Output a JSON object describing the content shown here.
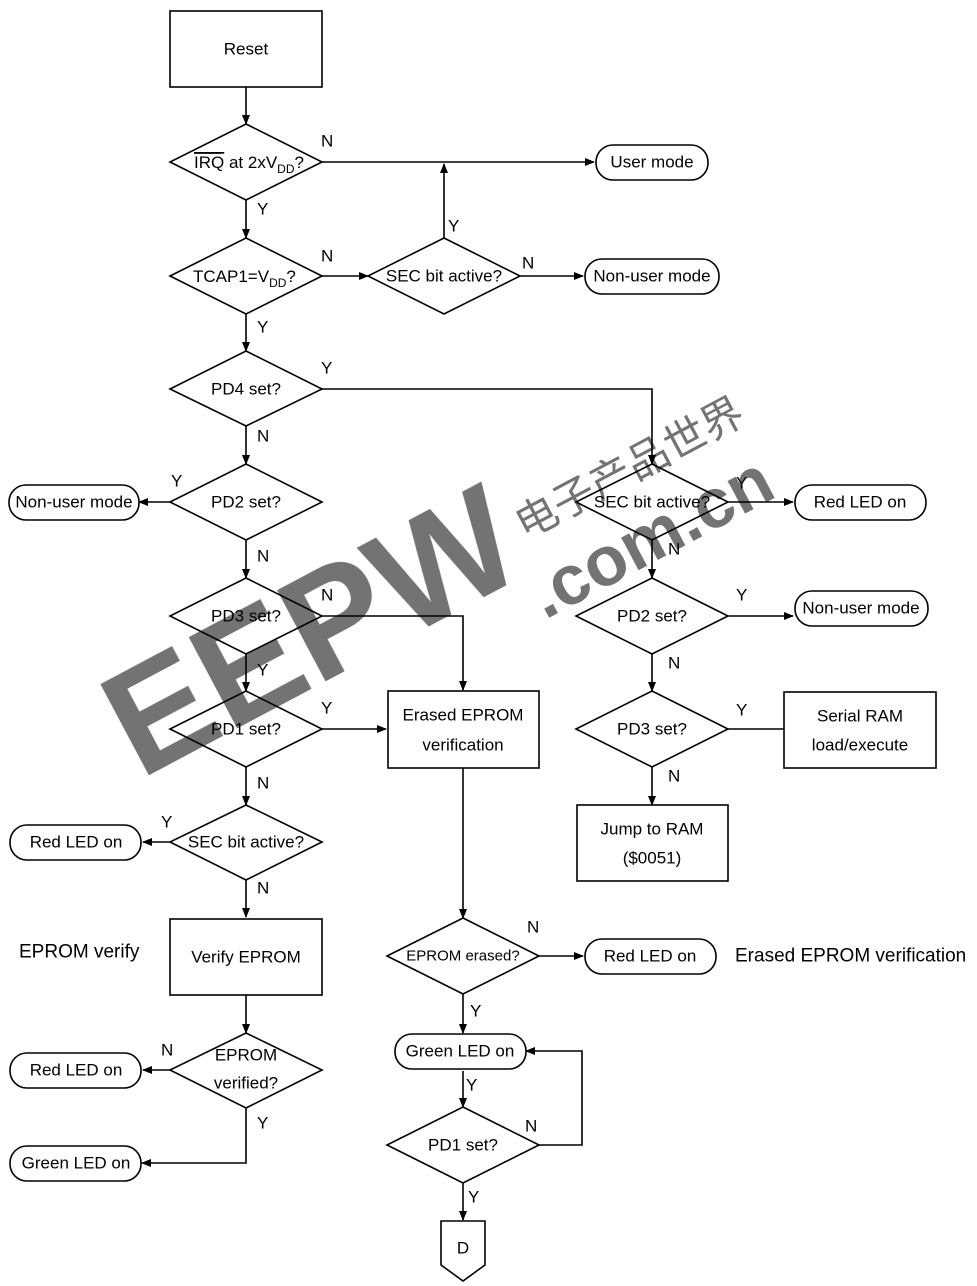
{
  "nodes": {
    "reset": "Reset",
    "irq_bar": "IRQ",
    "irq_rest": " at 2xV",
    "irq_sub": "DD",
    "irq_q": "?",
    "user_mode": "User mode",
    "tcap_main": "TCAP1=V",
    "tcap_sub": "DD",
    "tcap_q": "?",
    "sec_top": "SEC bit active?",
    "nonuser_top": "Non-user mode",
    "pd4": "PD4 set?",
    "pd2_left": "PD2 set?",
    "nonuser_left": "Non-user mode",
    "pd3_left": "PD3 set?",
    "pd1_left": "PD1 set?",
    "erased_box_1": "Erased EPROM",
    "erased_box_2": "verification",
    "sec_left": "SEC bit active?",
    "red_led_left": "Red LED on",
    "verify_eprom": "Verify EPROM",
    "eprom_verified_1": "EPROM",
    "eprom_verified_2": "verified?",
    "red_led_verified": "Red LED on",
    "green_led_left": "Green LED on",
    "eprom_erased": "EPROM erased?",
    "red_led_erased": "Red LED on",
    "green_led_mid": "Green LED on",
    "pd1_mid": "PD1 set?",
    "d_connector": "D",
    "sec_right": "SEC bit active?",
    "red_led_right": "Red LED on",
    "pd2_right": "PD2 set?",
    "nonuser_right": "Non-user mode",
    "pd3_right": "PD3 set?",
    "serial_ram_1": "Serial RAM",
    "serial_ram_2": "load/execute",
    "jump_ram_1": "Jump to RAM",
    "jump_ram_2": "($0051)"
  },
  "side_labels": {
    "eprom_verify": "EPROM verify",
    "erased_verification": "Erased EPROM verification"
  },
  "yn": {
    "yes": "Y",
    "no": "N"
  },
  "watermark": {
    "logo": "EEPW",
    "domain": ".com.cn",
    "chinese": "电子产品世界"
  },
  "colors": {
    "line": "#000000",
    "watermark": "#e03030"
  }
}
